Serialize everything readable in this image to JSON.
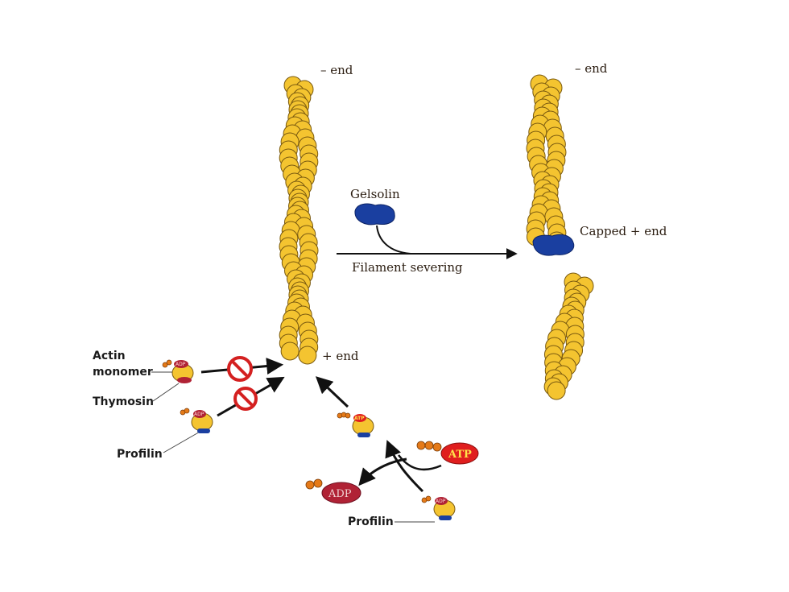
{
  "labels": {
    "minus_end_left": "– end",
    "minus_end_right": "– end",
    "plus_end": "+ end",
    "gelsolin": "Gelsolin",
    "filament_severing": "Filament severing",
    "capped_plus_end": "Capped + end",
    "actin_monomer_line1": "Actin",
    "actin_monomer_line2": "monomer",
    "thymosin": "Thymosin",
    "profilin_left": "Profilin",
    "profilin_bottom": "Profilin"
  },
  "nucleotides": {
    "atp": "ATP",
    "adp": "ADP",
    "monomer_adp_1": "ADP",
    "monomer_adp_2": "ADP",
    "monomer_atp": "ATP",
    "monomer_adp_3": "ADP"
  },
  "colors": {
    "actin_subunit": "#f4c430",
    "gelsolin": "#1a3fa0",
    "atp_chip": "#e01e1e",
    "adp_chip": "#b02235",
    "inhibit_sign": "#d42020",
    "phosphate": "#e57a18"
  },
  "icons": [
    "no-entry-icon",
    "no-entry-icon"
  ]
}
